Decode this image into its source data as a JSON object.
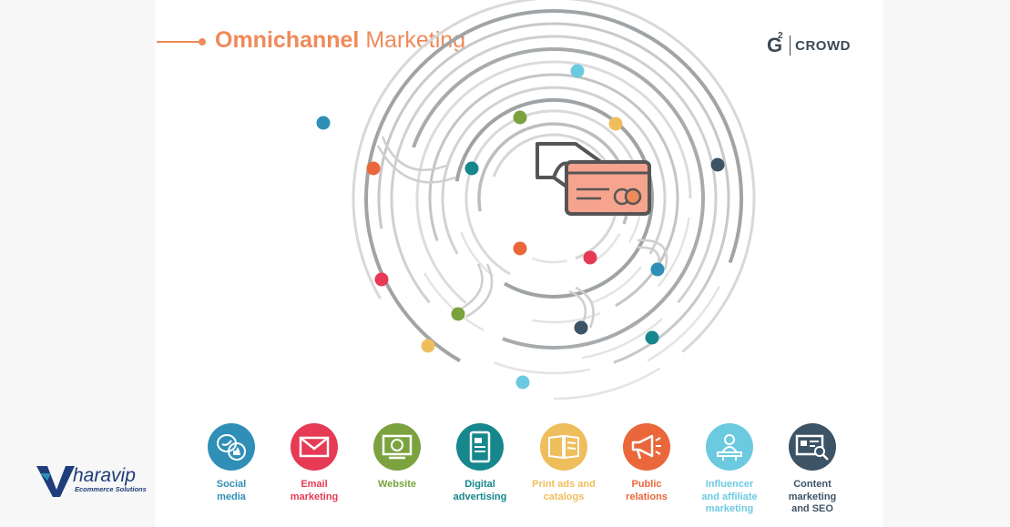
{
  "header": {
    "title_bold": "Omnichannel",
    "title_light": "Marketing",
    "accent_color": "#ef8a5a"
  },
  "brand": {
    "g2_mark": "G",
    "g2_sup": "2",
    "g2_text": "CROWD"
  },
  "center_icon": "hand-holding-credit-card-icon",
  "channels": [
    {
      "label_lines": [
        "Social",
        "media"
      ],
      "color": "#2f8fb7",
      "icon": "social-media-icon"
    },
    {
      "label_lines": [
        "Email",
        "marketing"
      ],
      "color": "#e63a55",
      "icon": "email-icon"
    },
    {
      "label_lines": [
        "Website"
      ],
      "color": "#7ba23f",
      "icon": "website-icon"
    },
    {
      "label_lines": [
        "Digital",
        "advertising"
      ],
      "color": "#15878d",
      "icon": "digital-advertising-icon"
    },
    {
      "label_lines": [
        "Print ads and",
        "catalogs"
      ],
      "color": "#efbe5c",
      "icon": "print-ads-icon"
    },
    {
      "label_lines": [
        "Public",
        "relations"
      ],
      "color": "#e9673b",
      "icon": "public-relations-icon"
    },
    {
      "label_lines": [
        "Influencer",
        "and affiliate",
        "marketing"
      ],
      "color": "#6ccae0",
      "icon": "influencer-icon"
    },
    {
      "label_lines": [
        "Content",
        "marketing",
        "and SEO"
      ],
      "color": "#3d5366",
      "icon": "content-seo-icon"
    }
  ],
  "footer_logo": {
    "name": "haravip",
    "tagline": "Ecommerce Solutions"
  }
}
